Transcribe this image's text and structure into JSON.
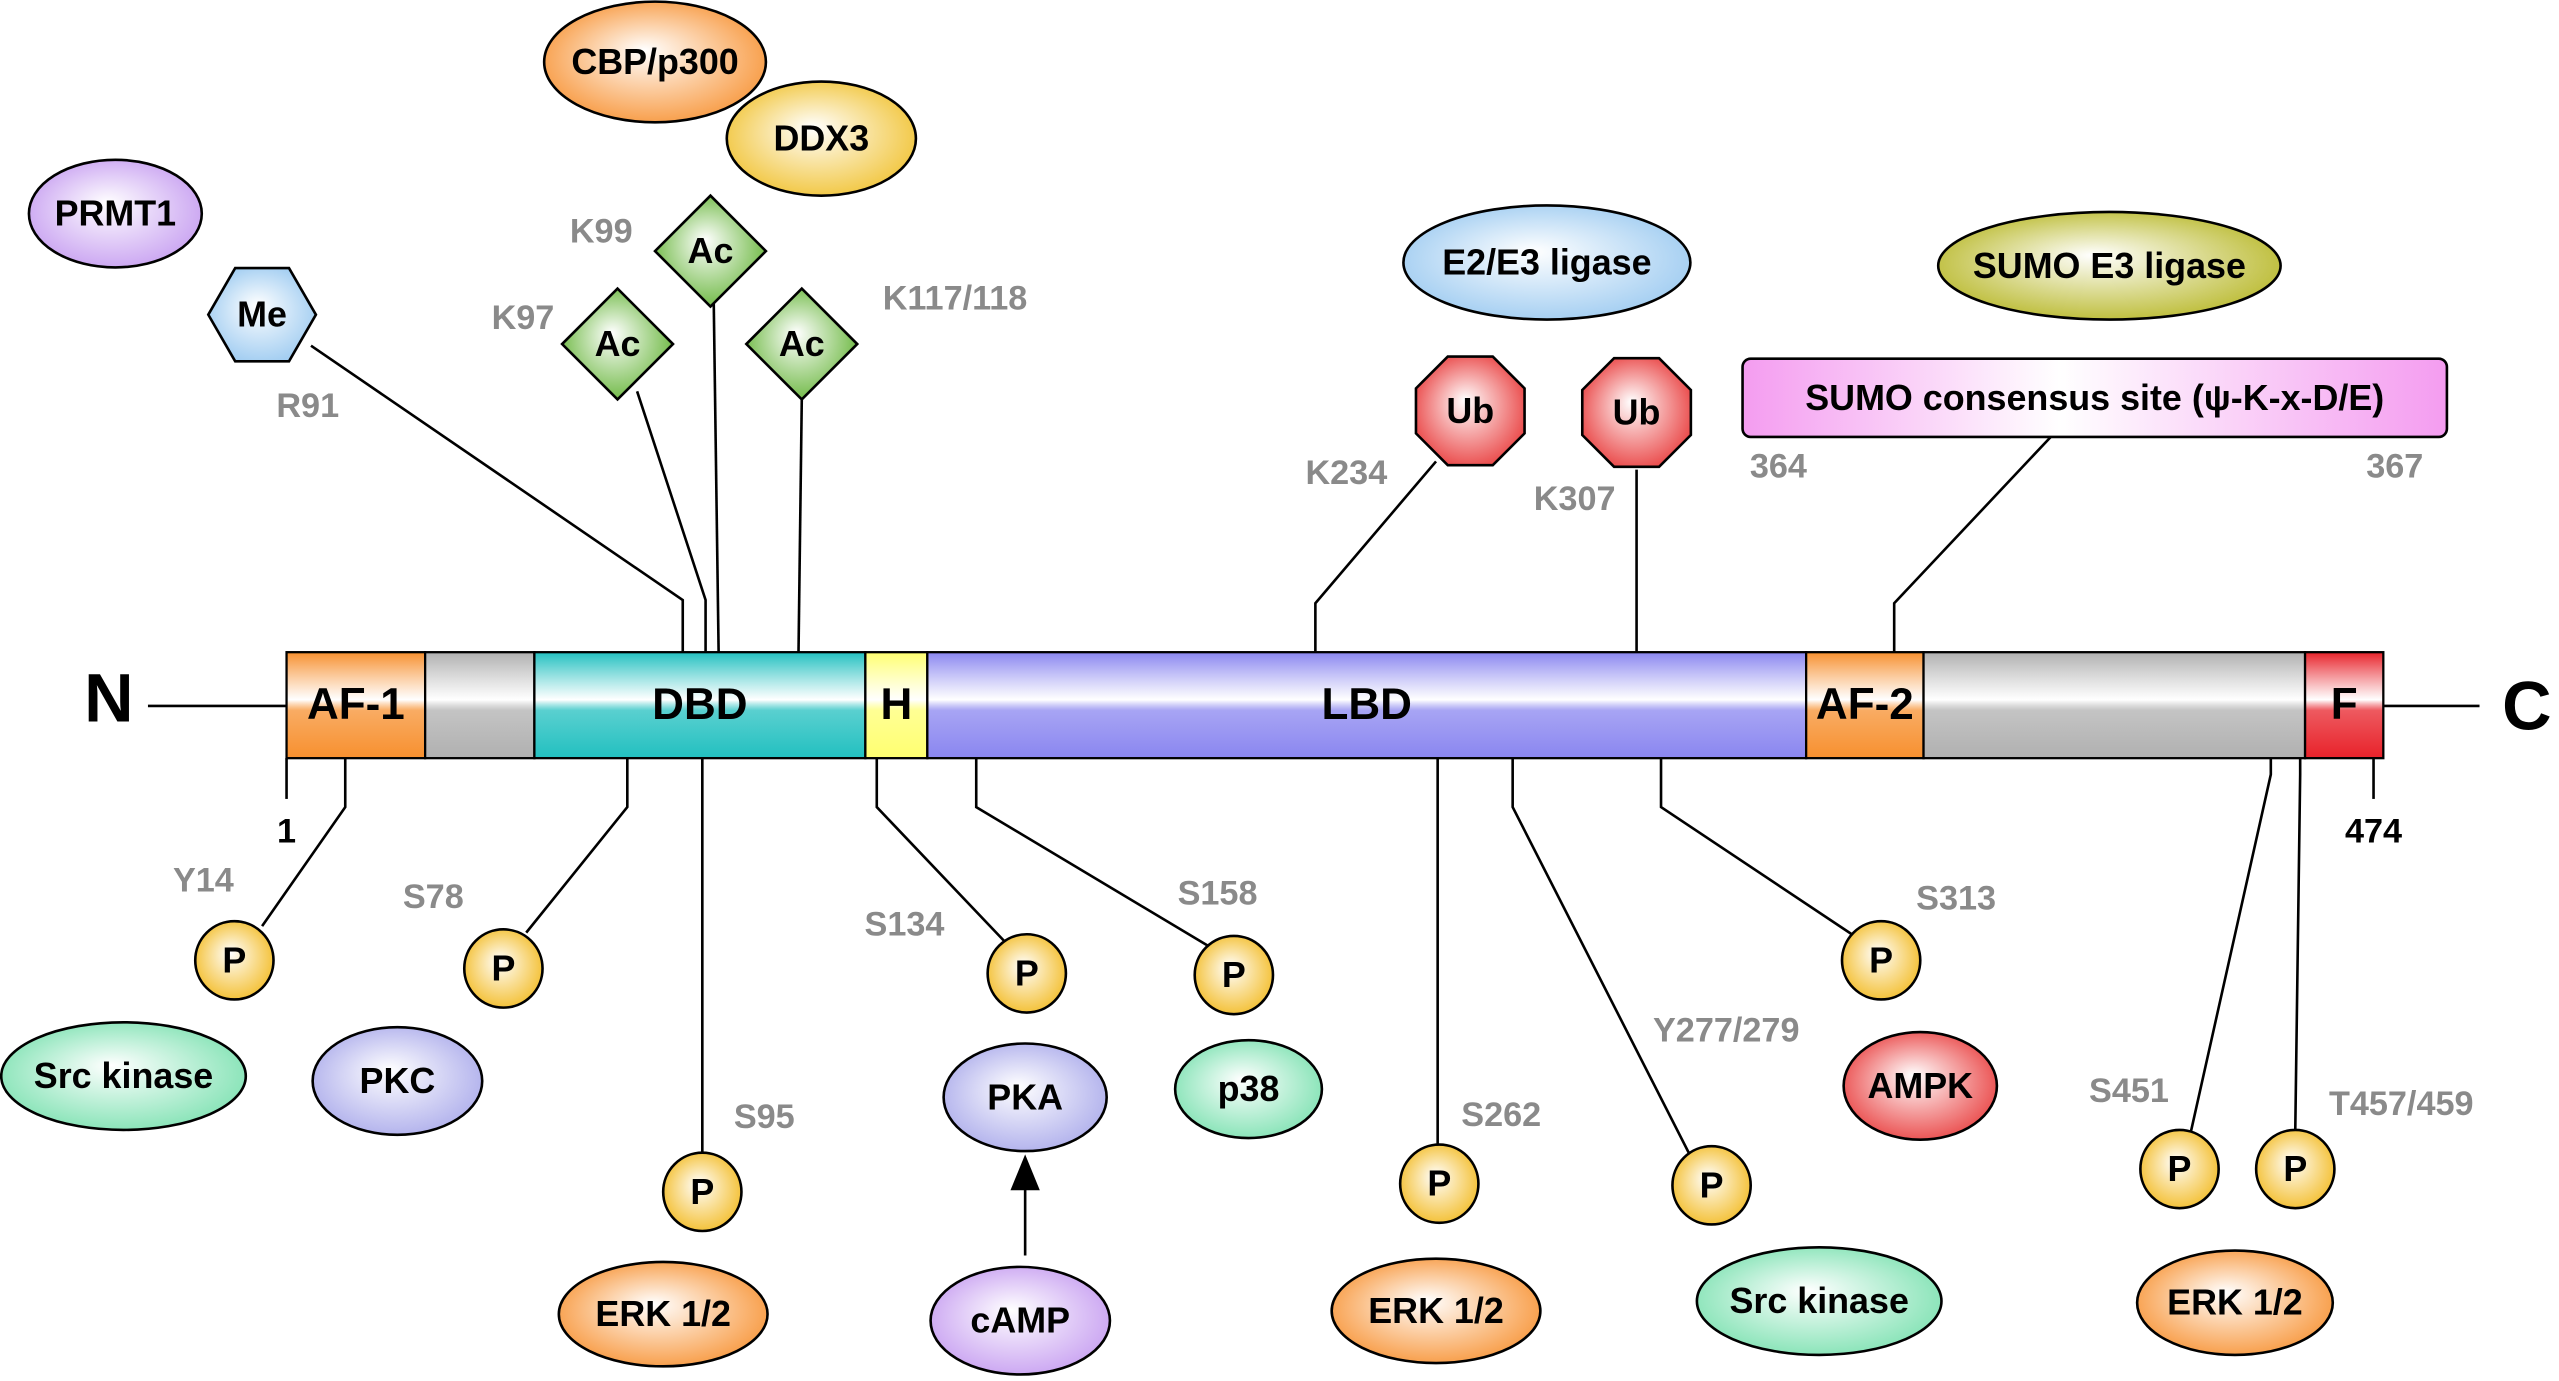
{
  "terminals": {
    "n": "N",
    "c": "C",
    "start": "1",
    "end": "474"
  },
  "domains": {
    "af1": "AF-1",
    "dbd": "DBD",
    "h": "H",
    "lbd": "LBD",
    "af2": "AF-2",
    "f": "F"
  },
  "modifications": {
    "me": "Me",
    "ac": "Ac",
    "ub": "Ub",
    "p": "P"
  },
  "sites": {
    "r91": "R91",
    "k97": "K97",
    "k99": "K99",
    "k117": "K117/118",
    "k234": "K234",
    "k307": "K307",
    "y14": "Y14",
    "s78": "S78",
    "s95": "S95",
    "s134": "S134",
    "s158": "S158",
    "s262": "S262",
    "y277": "Y277/279",
    "s313": "S313",
    "s451": "S451",
    "t457": "T457/459"
  },
  "sumo_site": {
    "label": "SUMO consensus site (ψ-K-x-D/E)",
    "start": "364",
    "end": "367"
  },
  "enzymes": {
    "prmt1": "PRMT1",
    "cbp": "CBP/p300",
    "ddx3": "DDX3",
    "e2e3": "E2/E3 ligase",
    "sumo_e3": "SUMO E3 ligase",
    "src1": "Src kinase",
    "pkc": "PKC",
    "erk1": "ERK 1/2",
    "pka": "PKA",
    "camp": "cAMP",
    "p38": "p38",
    "erk2": "ERK 1/2",
    "src2": "Src kinase",
    "ampk": "AMPK",
    "erk3": "ERK 1/2"
  },
  "colors": {
    "orange": "#f7902f",
    "yellow": "#f0c02a",
    "purple": "#c49af0",
    "blue": "#98c8f0",
    "olive": "#b5b520",
    "mint": "#78e0ae",
    "lavender": "#a8a8ea",
    "red": "#e83838",
    "green": "#5cb02c",
    "pink": "#f49cf0",
    "teal": "#22c0c0",
    "lbd": "#8a86f0",
    "gray": "#b0b0b0",
    "hyellow": "#ffff70",
    "fred": "#e8222a",
    "pgold": "#f2b81a"
  }
}
